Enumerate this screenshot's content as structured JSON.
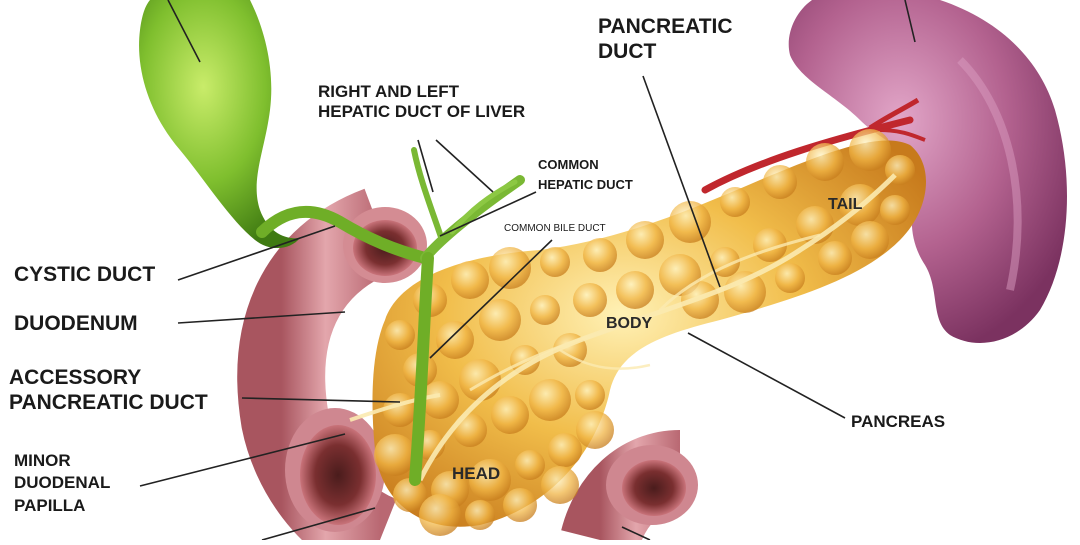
{
  "diagram": {
    "labels": {
      "pancreatic_duct": [
        "PANCREATIC",
        "DUCT"
      ],
      "right_left_hepatic": [
        "RIGHT AND LEFT",
        "HEPATIC DUCT OF LIVER"
      ],
      "common_hepatic": [
        "COMMON",
        "HEPATIC DUCT"
      ],
      "common_bile": "COMMON BILE DUCT",
      "tail": "TAIL",
      "cystic_duct": "CYSTIC DUCT",
      "duodenum": "DUODENUM",
      "body": "BODY",
      "accessory_pancreatic": [
        "ACCESSORY",
        "PANCREATIC DUCT"
      ],
      "pancreas": "PANCREAS",
      "minor_papilla": [
        "MINOR",
        "DUODENAL",
        "PAPILLA"
      ],
      "head": "HEAD"
    },
    "colors": {
      "gallbladder": "#7fbf2e",
      "pancreas": "#e9a93a",
      "spleen": "#b3628f",
      "duodenum": "#c98089",
      "artery": "#c0272d",
      "leader": "#222222"
    }
  }
}
